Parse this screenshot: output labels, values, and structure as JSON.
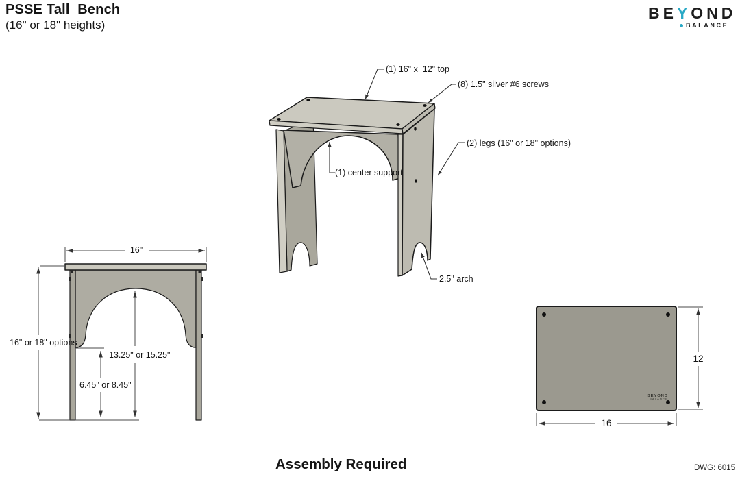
{
  "header": {
    "title": "PSSE Tall  Bench",
    "subtitle": "(16\" or 18\" heights)"
  },
  "logo": {
    "be": "BE",
    "y": "Y",
    "ond": "OND",
    "balance": "BALANCE"
  },
  "isometric_callouts": {
    "top": "(1) 16\" x  12\" top",
    "screws": "(8) 1.5\" silver #6 screws",
    "legs": "(2) legs (16\" or 18\" options)",
    "center_support": "(1) center support",
    "arch": "2.5\" arch"
  },
  "front_view": {
    "top_width": "16\"",
    "height_options": "16\" or 18\" options",
    "arch_height": "13.25\" or 15.25\"",
    "support_clearance": "6.45\" or 8.45\""
  },
  "top_view": {
    "depth": "12",
    "width": "16",
    "stamp_line1": "BEYOND",
    "stamp_line2": "BALANCE"
  },
  "footer": {
    "assembly_note": "Assembly Required",
    "drawing_number": "DWG: 6015"
  },
  "colors": {
    "teal": "#2aa9c6",
    "wood-top": "#cbc9bf",
    "wood-side": "#bdbbb1",
    "wood-support": "#b2b0a6",
    "wood-edge": "#d0cec4",
    "wood-inner": "#a9a79c",
    "wood-front": "#aeaca2",
    "wood-topview": "#9b998f",
    "line": "#1b1b1b",
    "dim": "#4a4a4a"
  }
}
